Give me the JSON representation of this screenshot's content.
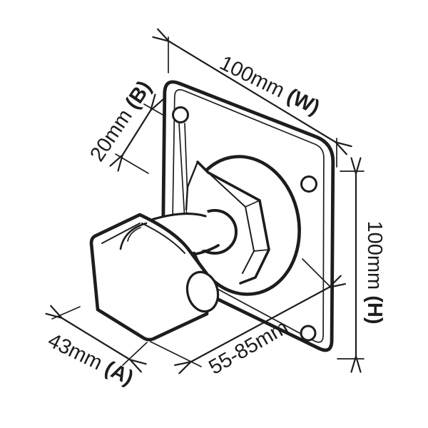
{
  "title": "Wall bracket dimension diagram",
  "labels": {
    "width": {
      "value": "100mm ",
      "ref": "(W)"
    },
    "depth": {
      "value": "20mm ",
      "ref": "(B)"
    },
    "height": {
      "value": "100mm ",
      "ref": "(H)"
    },
    "clamp": {
      "value": "43mm ",
      "ref": "(A)"
    },
    "reach": {
      "value": "55-85mm",
      "ref": ""
    }
  },
  "parts": {
    "plate": "square-mounting-plate",
    "holes": "corner-screw-holes",
    "boss": "round-boss",
    "nut": "hex-nut",
    "ball": "swivel-ball-joint",
    "arm": "support-arm",
    "clamp": "u-clamp-bracket"
  },
  "colors": {
    "line": "#1d1d1b",
    "background": "#ffffff"
  }
}
